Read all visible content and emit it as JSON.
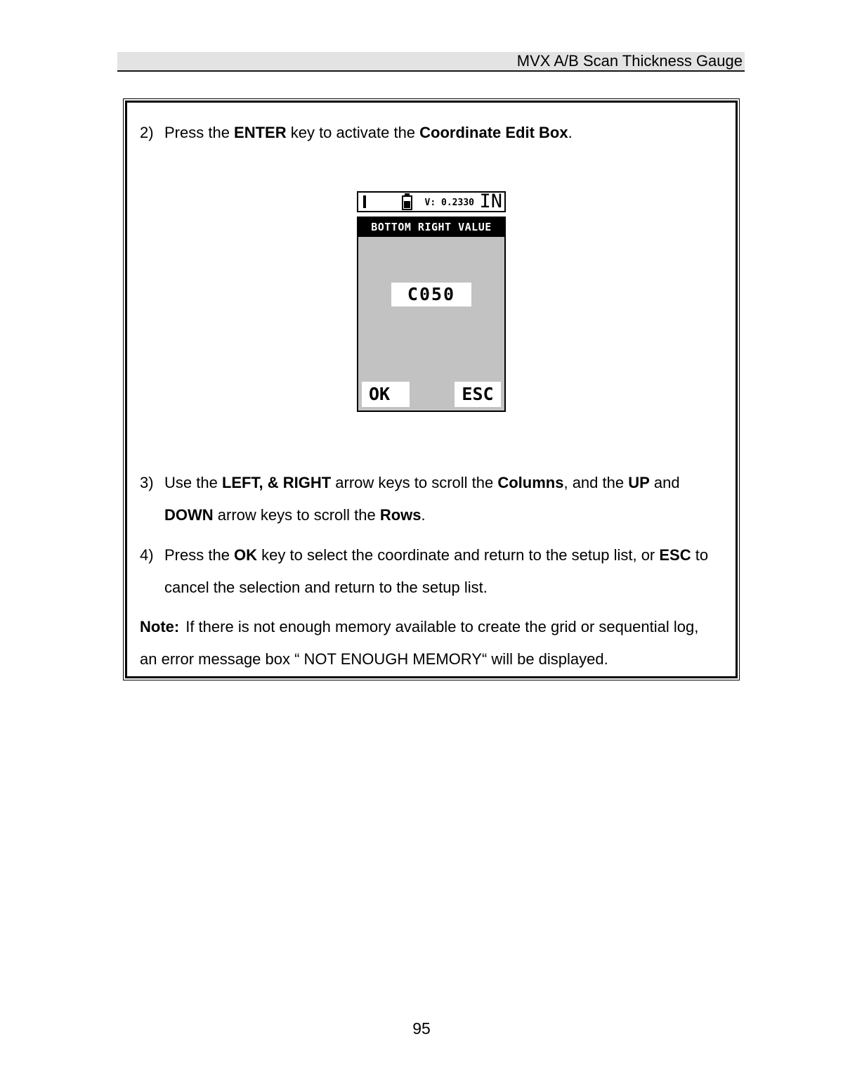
{
  "header": {
    "title": "MVX A/B Scan Thickness Gauge"
  },
  "colors": {
    "header_bar": "#e3e3e3",
    "lcd_screen_gray": "#c2c2c2",
    "lcd_title_bar": "#000000",
    "ink": "#000000"
  },
  "items": {
    "i2": {
      "num": "2)",
      "s1": "Press the ",
      "s2": "ENTER",
      "s3": " key to activate the ",
      "s4": "Coordinate Edit Box",
      "s5": "."
    },
    "i3": {
      "num": "3)",
      "s1": "Use the ",
      "s2": "LEFT, & RIGHT",
      "s3": " arrow keys to scroll the ",
      "s4": "Columns",
      "s5": ", and the ",
      "s6": "UP",
      "s7": " and ",
      "s8": "DOWN",
      "s9": " arrow keys to scroll the ",
      "s10": "Rows",
      "s11": "."
    },
    "i4": {
      "num": "4)",
      "s1": "Press the ",
      "s2": "OK",
      "s3": " key to select the coordinate and return to the setup list, or ",
      "s4": "ESC",
      "s5": " to cancel the selection and return to the setup list."
    }
  },
  "note": {
    "label": "Note:",
    "body": "If there is not enough memory available to create the grid or sequential log, an error message box “ NOT ENOUGH MEMORY“  will be displayed."
  },
  "lcd": {
    "status": {
      "indicator": "I",
      "battery_icon": "battery-icon",
      "velocity": "V: 0.2330",
      "units": "IN"
    },
    "title": "BOTTOM RIGHT VALUE",
    "value": "C050",
    "buttons": {
      "ok": "OK",
      "esc": "ESC"
    }
  },
  "footer": {
    "page_number": "95"
  }
}
